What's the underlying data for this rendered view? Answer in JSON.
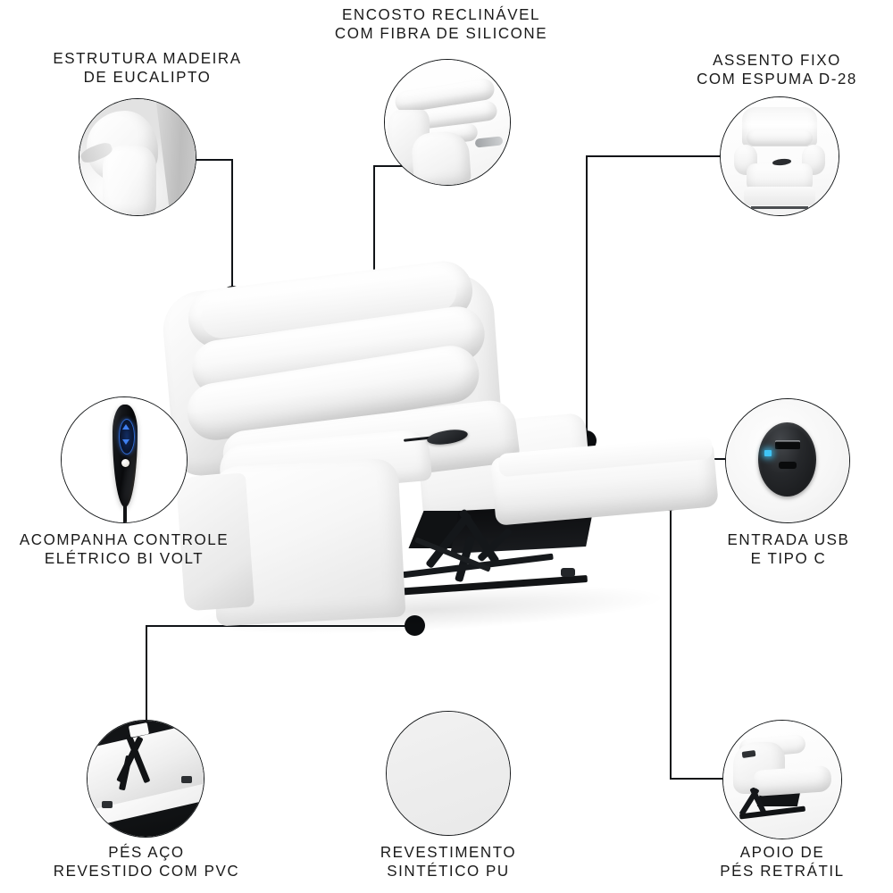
{
  "page": {
    "title": "Poltrona Reclinavel - Infografico de Caracteristicas",
    "background_color": "#ffffff",
    "text_color": "#1a1a1a",
    "line_color": "#111418"
  },
  "features": [
    {
      "id": "estrutura-madeira",
      "label_lines": [
        "ESTRUTURA MADEIRA",
        "DE EUCALIPTO"
      ],
      "icon": "wood-frame-closeup-icon",
      "position": "top-left"
    },
    {
      "id": "encosto-reclinavel",
      "label_lines": [
        "ENCOSTO RECLINÁVEL",
        "COM FIBRA DE SILICONE"
      ],
      "icon": "reclining-backrest-icon",
      "position": "top-center"
    },
    {
      "id": "assento-fixo",
      "label_lines": [
        "ASSENTO FIXO",
        "COM ESPUMA D-28"
      ],
      "icon": "fixed-seat-foam-icon",
      "position": "top-right"
    },
    {
      "id": "controle-eletrico",
      "label_lines": [
        "ACOMPANHA CONTROLE",
        "ELÉTRICO BI VOLT"
      ],
      "icon": "electric-remote-control-icon",
      "position": "middle-left"
    },
    {
      "id": "entrada-usb",
      "label_lines": [
        "ENTRADA USB",
        "E TIPO C"
      ],
      "icon": "usb-type-c-port-icon",
      "position": "middle-right"
    },
    {
      "id": "pes-aco",
      "label_lines": [
        "PÉS AÇO",
        "REVESTIDO COM PVC"
      ],
      "icon": "steel-feet-mechanism-icon",
      "position": "bottom-left"
    },
    {
      "id": "revestimento-pu",
      "label_lines": [
        "REVESTIMENTO",
        "SINTÉTICO PU"
      ],
      "icon": "pu-upholstery-swatch-icon",
      "position": "bottom-center"
    },
    {
      "id": "apoio-pes",
      "label_lines": [
        "APOIO DE",
        "PÉS RETRÁTIL"
      ],
      "icon": "retractable-footrest-icon",
      "position": "bottom-right"
    }
  ],
  "product": {
    "name": "poltrona-reclinavel-branca",
    "description": "Poltrona reclinavel branca em couro sintetico com apoio de pes estendido"
  }
}
